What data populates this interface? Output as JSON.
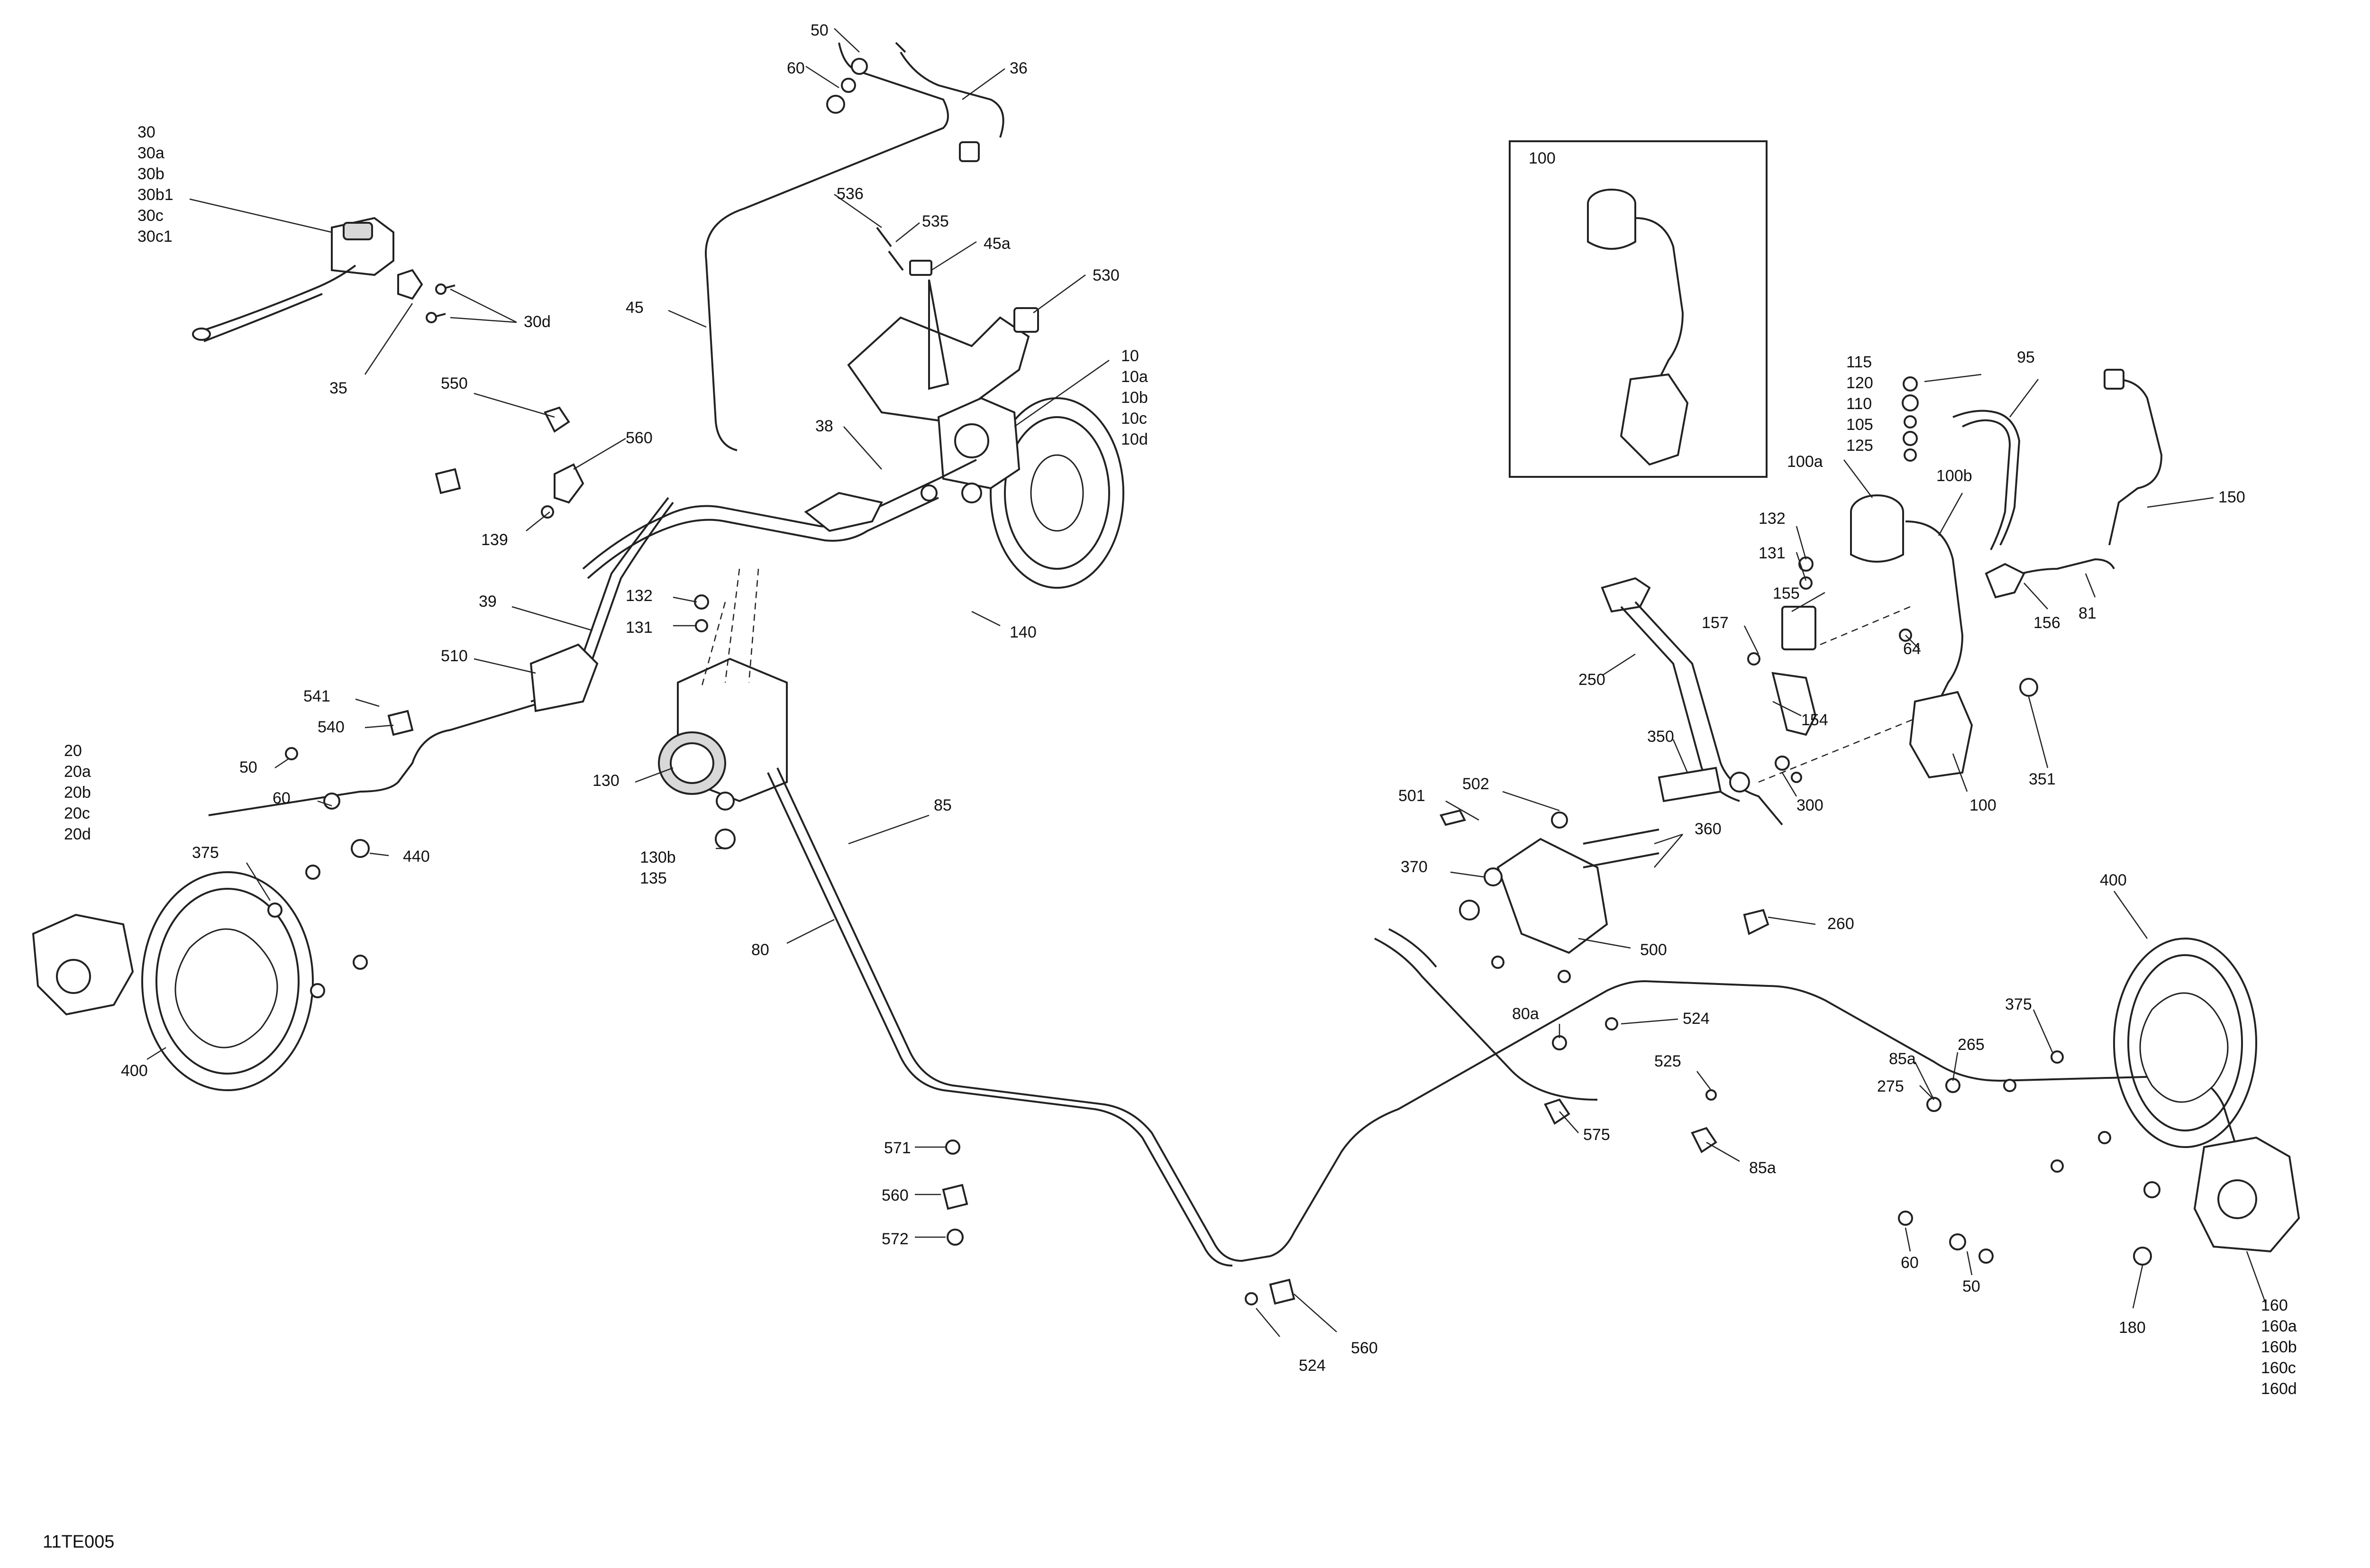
{
  "diagram_id": "11TE005",
  "callouts": [
    {
      "id": "c30",
      "lines": [
        "30",
        "30a",
        "30b",
        "30b1",
        "30c",
        "30c1"
      ]
    },
    {
      "id": "c30d",
      "lines": [
        "30d"
      ]
    },
    {
      "id": "c35",
      "lines": [
        "35"
      ]
    },
    {
      "id": "c50-top",
      "lines": [
        "50"
      ]
    },
    {
      "id": "c60-top",
      "lines": [
        "60"
      ]
    },
    {
      "id": "c36",
      "lines": [
        "36"
      ]
    },
    {
      "id": "c536",
      "lines": [
        "536"
      ]
    },
    {
      "id": "c535",
      "lines": [
        "535"
      ]
    },
    {
      "id": "c45a",
      "lines": [
        "45a"
      ]
    },
    {
      "id": "c530",
      "lines": [
        "530"
      ]
    },
    {
      "id": "c45",
      "lines": [
        "45"
      ]
    },
    {
      "id": "c10",
      "lines": [
        "10",
        "10a",
        "10b",
        "10c",
        "10d"
      ]
    },
    {
      "id": "c550",
      "lines": [
        "550"
      ]
    },
    {
      "id": "c560-top",
      "lines": [
        "560"
      ]
    },
    {
      "id": "c38",
      "lines": [
        "38"
      ]
    },
    {
      "id": "c139",
      "lines": [
        "139"
      ]
    },
    {
      "id": "c39",
      "lines": [
        "39"
      ]
    },
    {
      "id": "c132-left",
      "lines": [
        "132"
      ]
    },
    {
      "id": "c131-left",
      "lines": [
        "131"
      ]
    },
    {
      "id": "c140",
      "lines": [
        "140"
      ]
    },
    {
      "id": "c510",
      "lines": [
        "510"
      ]
    },
    {
      "id": "c541",
      "lines": [
        "541"
      ]
    },
    {
      "id": "c540",
      "lines": [
        "540"
      ]
    },
    {
      "id": "c20",
      "lines": [
        "20",
        "20a",
        "20b",
        "20c",
        "20d"
      ]
    },
    {
      "id": "c50-left",
      "lines": [
        "50"
      ]
    },
    {
      "id": "c60-left",
      "lines": [
        "60"
      ]
    },
    {
      "id": "c130",
      "lines": [
        "130"
      ]
    },
    {
      "id": "c130b",
      "lines": [
        "130b",
        "135"
      ]
    },
    {
      "id": "c85",
      "lines": [
        "85"
      ]
    },
    {
      "id": "c80",
      "lines": [
        "80"
      ]
    },
    {
      "id": "c375-left",
      "lines": [
        "375"
      ]
    },
    {
      "id": "c440",
      "lines": [
        "440"
      ]
    },
    {
      "id": "c400-left",
      "lines": [
        "400"
      ]
    },
    {
      "id": "c571",
      "lines": [
        "571"
      ]
    },
    {
      "id": "c560-mid",
      "lines": [
        "560"
      ]
    },
    {
      "id": "c572",
      "lines": [
        "572"
      ]
    },
    {
      "id": "c524-bottom",
      "lines": [
        "524"
      ]
    },
    {
      "id": "c560-bottom",
      "lines": [
        "560"
      ]
    },
    {
      "id": "c100-inset",
      "lines": [
        "100"
      ]
    },
    {
      "id": "c115",
      "lines": [
        "115",
        "120",
        "110",
        "105",
        "125"
      ]
    },
    {
      "id": "c95",
      "lines": [
        "95"
      ]
    },
    {
      "id": "c100a",
      "lines": [
        "100a"
      ]
    },
    {
      "id": "c100b",
      "lines": [
        "100b"
      ]
    },
    {
      "id": "c150",
      "lines": [
        "150"
      ]
    },
    {
      "id": "c132-right",
      "lines": [
        "132"
      ]
    },
    {
      "id": "c131-right",
      "lines": [
        "131"
      ]
    },
    {
      "id": "c155",
      "lines": [
        "155"
      ]
    },
    {
      "id": "c156",
      "lines": [
        "156"
      ]
    },
    {
      "id": "c81",
      "lines": [
        "81"
      ]
    },
    {
      "id": "c157",
      "lines": [
        "157"
      ]
    },
    {
      "id": "c64",
      "lines": [
        "64"
      ]
    },
    {
      "id": "c250",
      "lines": [
        "250"
      ]
    },
    {
      "id": "c154",
      "lines": [
        "154"
      ]
    },
    {
      "id": "c350",
      "lines": [
        "350"
      ]
    },
    {
      "id": "c300",
      "lines": [
        "300"
      ]
    },
    {
      "id": "c351",
      "lines": [
        "351"
      ]
    },
    {
      "id": "c100",
      "lines": [
        "100"
      ]
    },
    {
      "id": "c501",
      "lines": [
        "501"
      ]
    },
    {
      "id": "c502",
      "lines": [
        "502"
      ]
    },
    {
      "id": "c360",
      "lines": [
        "360"
      ]
    },
    {
      "id": "c370",
      "lines": [
        "370"
      ]
    },
    {
      "id": "c500",
      "lines": [
        "500"
      ]
    },
    {
      "id": "c260",
      "lines": [
        "260"
      ]
    },
    {
      "id": "c400-right",
      "lines": [
        "400"
      ]
    },
    {
      "id": "c80a",
      "lines": [
        "80a"
      ]
    },
    {
      "id": "c524-right",
      "lines": [
        "524"
      ]
    },
    {
      "id": "c525",
      "lines": [
        "525"
      ]
    },
    {
      "id": "c575",
      "lines": [
        "575"
      ]
    },
    {
      "id": "c85a-1",
      "lines": [
        "85a"
      ]
    },
    {
      "id": "c85a-2",
      "lines": [
        "85a"
      ]
    },
    {
      "id": "c265",
      "lines": [
        "265"
      ]
    },
    {
      "id": "c275",
      "lines": [
        "275"
      ]
    },
    {
      "id": "c375-right",
      "lines": [
        "375"
      ]
    },
    {
      "id": "c60-right",
      "lines": [
        "60"
      ]
    },
    {
      "id": "c50-right",
      "lines": [
        "50"
      ]
    },
    {
      "id": "c180",
      "lines": [
        "180"
      ]
    },
    {
      "id": "c160",
      "lines": [
        "160",
        "160a",
        "160b",
        "160c",
        "160d"
      ]
    }
  ]
}
